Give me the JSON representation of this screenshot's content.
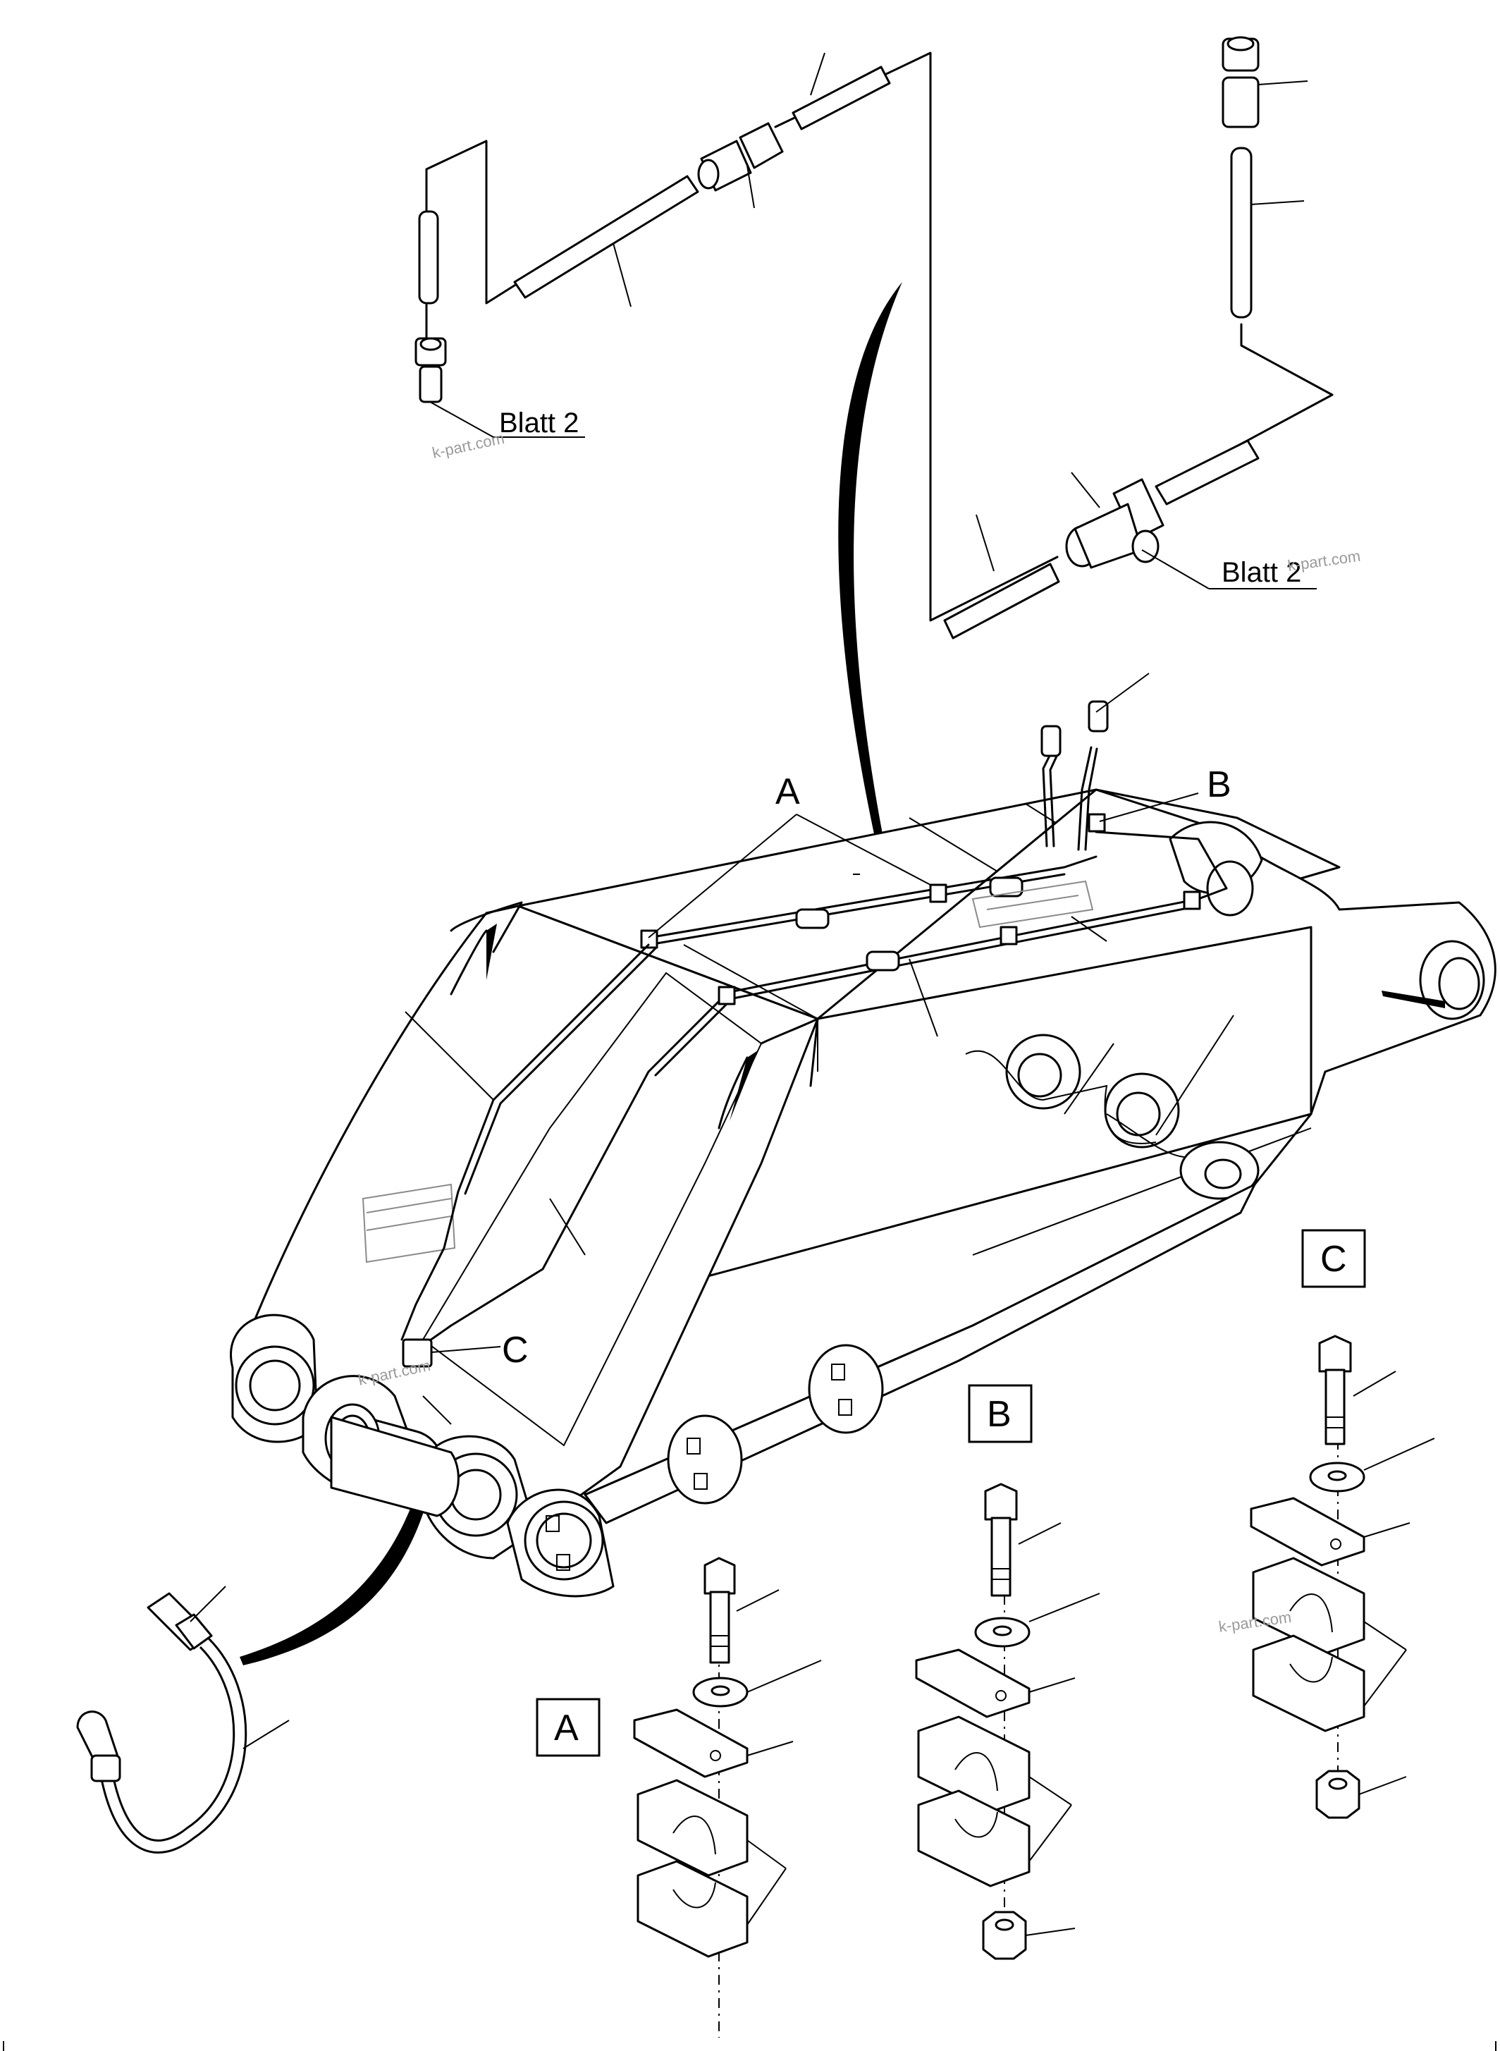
{
  "callouts": {
    "a": "A",
    "b": "B",
    "c": "C"
  },
  "detail_views": {
    "a": "A",
    "b": "B",
    "c": "C"
  },
  "references": {
    "left": "Blatt 2",
    "right": "Blatt 2"
  },
  "watermarks": [
    "k-part.com",
    "k-part.com",
    "k-part.com",
    "k-part.com"
  ],
  "icons": [
    "hose-fitting-icon",
    "pipe-tee-icon",
    "clamp-bolt-icon",
    "clamp-nut-icon"
  ]
}
